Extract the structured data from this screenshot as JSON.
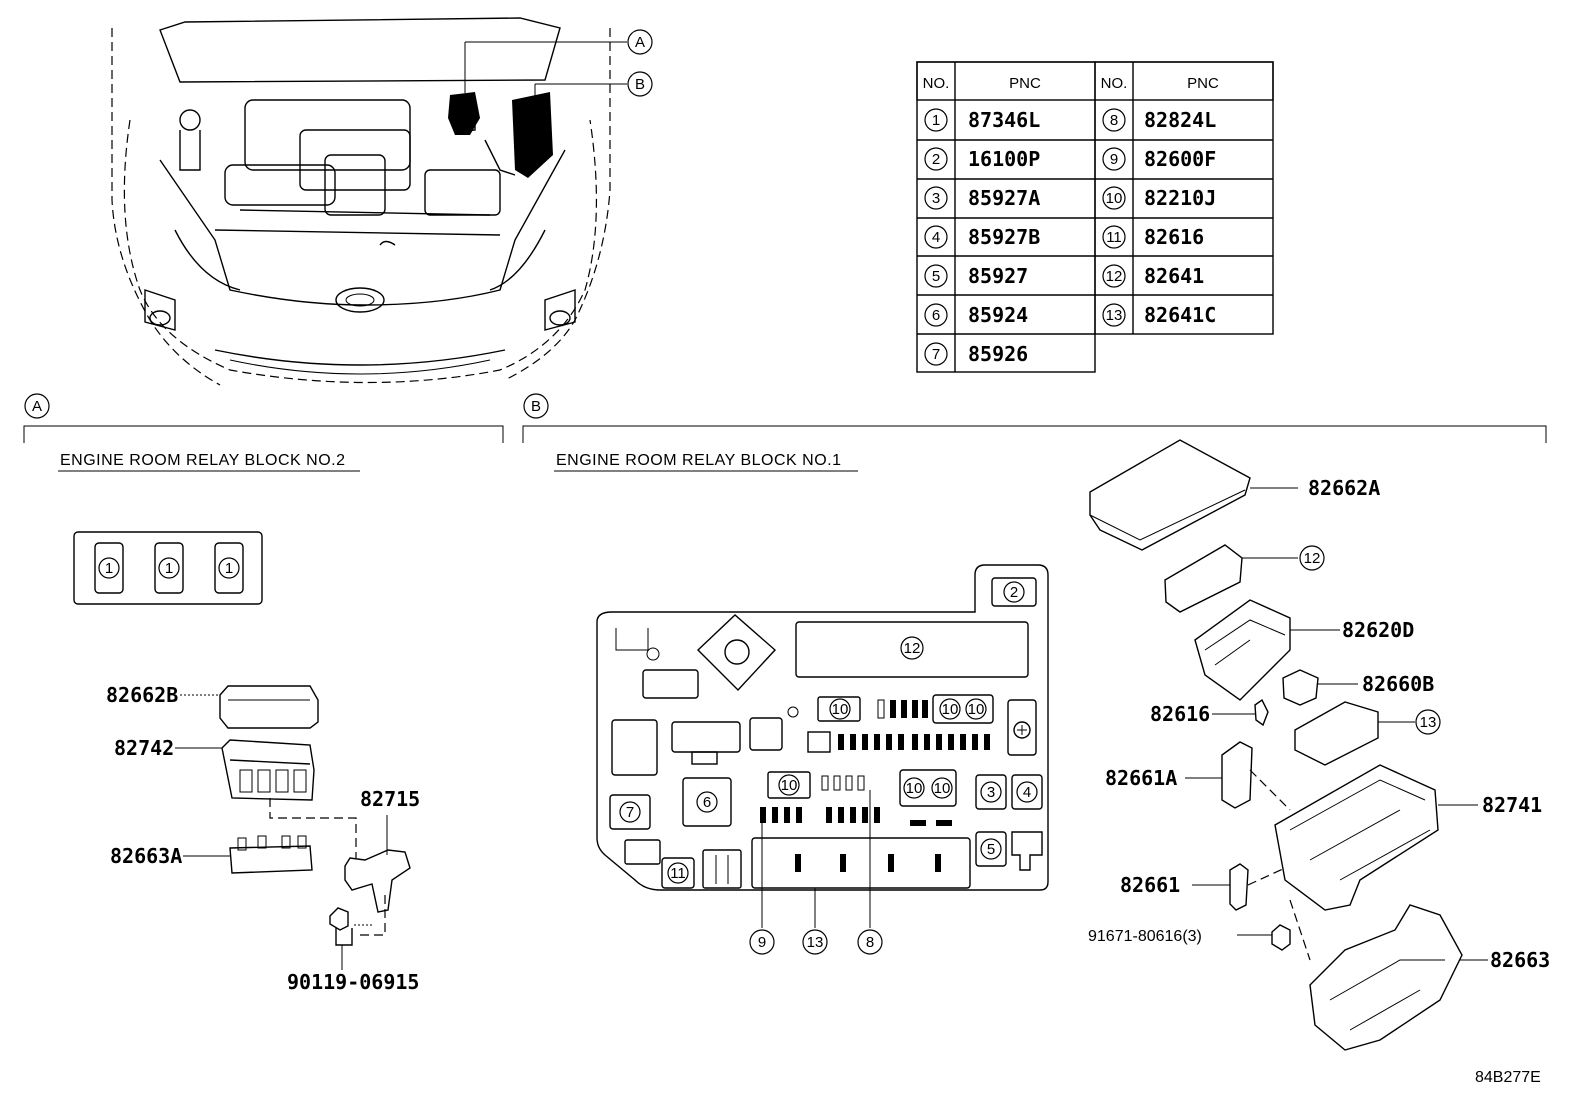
{
  "callouts": {
    "A": "A",
    "B": "B"
  },
  "sections": {
    "a_title": "ENGINE ROOM RELAY BLOCK NO.2",
    "b_title": "ENGINE ROOM RELAY BLOCK NO.1"
  },
  "table": {
    "headers": [
      "NO.",
      "PNC",
      "NO.",
      "PNC"
    ],
    "left": [
      {
        "no": "1",
        "pnc": "87346L"
      },
      {
        "no": "2",
        "pnc": "16100P"
      },
      {
        "no": "3",
        "pnc": "85927A"
      },
      {
        "no": "4",
        "pnc": "85927B"
      },
      {
        "no": "5",
        "pnc": "85927"
      },
      {
        "no": "6",
        "pnc": "85924"
      },
      {
        "no": "7",
        "pnc": "85926"
      }
    ],
    "right": [
      {
        "no": "8",
        "pnc": "82824L"
      },
      {
        "no": "9",
        "pnc": "82600F"
      },
      {
        "no": "10",
        "pnc": "82210J"
      },
      {
        "no": "11",
        "pnc": "82616"
      },
      {
        "no": "12",
        "pnc": "82641"
      },
      {
        "no": "13",
        "pnc": "82641C"
      }
    ]
  },
  "parts_a": {
    "p1": "82662B",
    "p2": "82742",
    "p3": "82663A",
    "p4": "82715",
    "p5": "90119-06915"
  },
  "parts_b": {
    "p1": "82662A",
    "p2": "82620D",
    "p3": "82660B",
    "p4": "82616",
    "p5": "82661A",
    "p6": "82741",
    "p7": "82661",
    "p8": "91671-80616(3)",
    "p9": "82663"
  },
  "block_markers": {
    "m1": "1",
    "m2": "2",
    "m3": "3",
    "m4": "4",
    "m5": "5",
    "m6": "6",
    "m7": "7",
    "m8": "8",
    "m9": "9",
    "m10": "10",
    "m11": "11",
    "m12": "12",
    "m13": "13"
  },
  "figure_code": "84B277E"
}
